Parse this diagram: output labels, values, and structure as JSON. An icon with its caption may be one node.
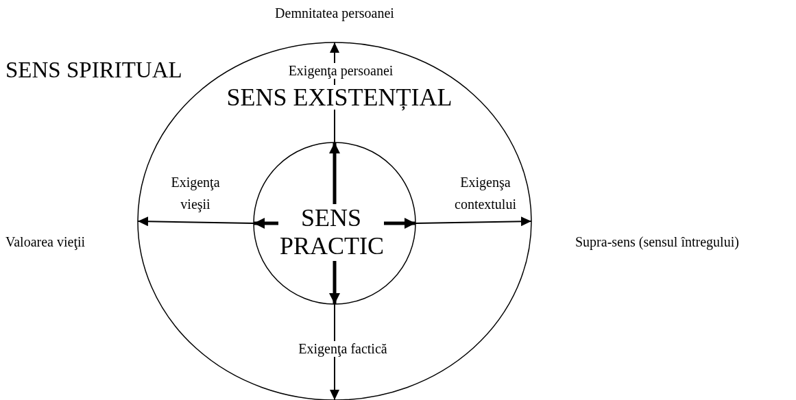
{
  "diagram": {
    "nodes": [
      {
        "text": [
          "SENS EXISTENȚIAL"
        ]
      },
      {
        "text": [
          "SENS PRACTIC"
        ],
        "in": 0
      }
    ],
    "edges": [
      {
        "from": null,
        "to": 1,
        "arrow": "to",
        "style": "thick"
      },
      {
        "from": null,
        "to": 1,
        "arrow": "to",
        "style": "thick"
      },
      {
        "from": null,
        "to": 1,
        "arrow": "to",
        "style": "thick"
      },
      {
        "from": null,
        "to": 1,
        "arrow": "to",
        "style": "thick"
      },
      {
        "from": 1,
        "to": 0,
        "arrow": "to",
        "label": "Exigenţa persoanei"
      },
      {
        "from": 1,
        "to": 0,
        "arrow": "to",
        "label": "Exigenşa contextului"
      },
      {
        "from": 1,
        "to": 0,
        "arrow": "to",
        "label": "Exigenţa factică"
      },
      {
        "from": 1,
        "to": 0,
        "arrow": "to",
        "label": "Exigenţa vieşii"
      }
    ],
    "labels": [
      "Demnitatea persoanei",
      "SENS SPIRITUAL",
      "Valoarea vieţii",
      "Supra-sens (sensul întregului)"
    ]
  }
}
